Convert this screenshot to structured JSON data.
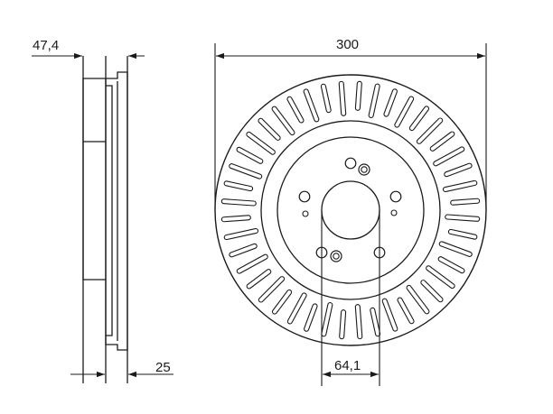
{
  "drawing": {
    "dimensions": {
      "overall_width": "47,4",
      "disc_thickness": "25",
      "outer_diameter": "300",
      "centering_diameter": "64,1"
    }
  },
  "colors": {
    "line": "#1a1a1a",
    "background": "#ffffff"
  },
  "icons": {
    "arrowhead": "arrowhead-icon"
  }
}
